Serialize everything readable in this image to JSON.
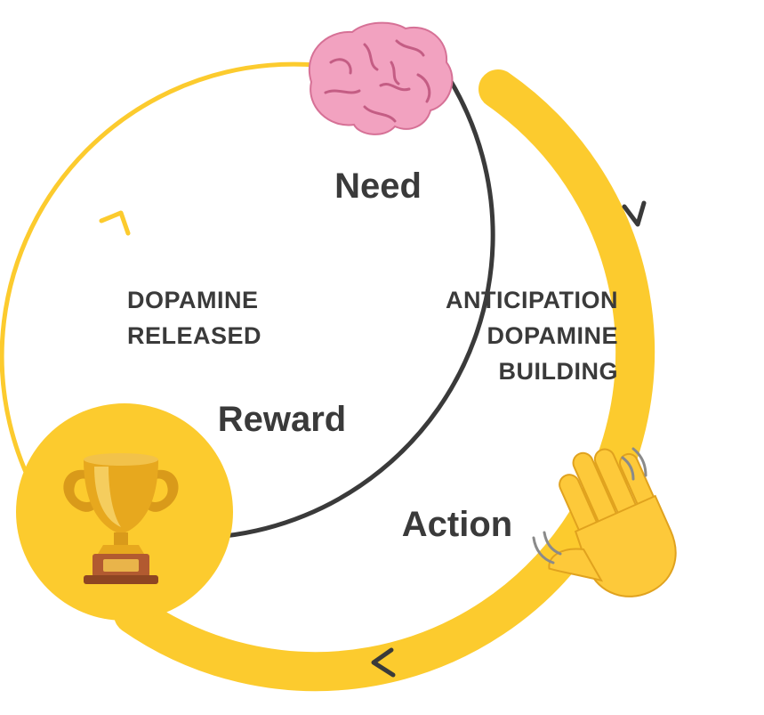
{
  "stages": {
    "need": "Need",
    "action": "Action",
    "reward": "Reward"
  },
  "notes": {
    "anticipation": [
      "ANTICIPATION",
      "DOPAMINE",
      "BUILDING"
    ],
    "released": [
      "DOPAMINE",
      "RELEASED"
    ]
  },
  "icons": {
    "need": "brain-icon",
    "action": "waving-hand-icon",
    "reward": "trophy-icon"
  },
  "colors": {
    "yellow": "#FCCB2E",
    "dark": "#3A3A3A",
    "brain": "#F2A2C0",
    "hand": "#FDC93A",
    "gold": "#E4A11B",
    "plinth": "#B25A30"
  }
}
